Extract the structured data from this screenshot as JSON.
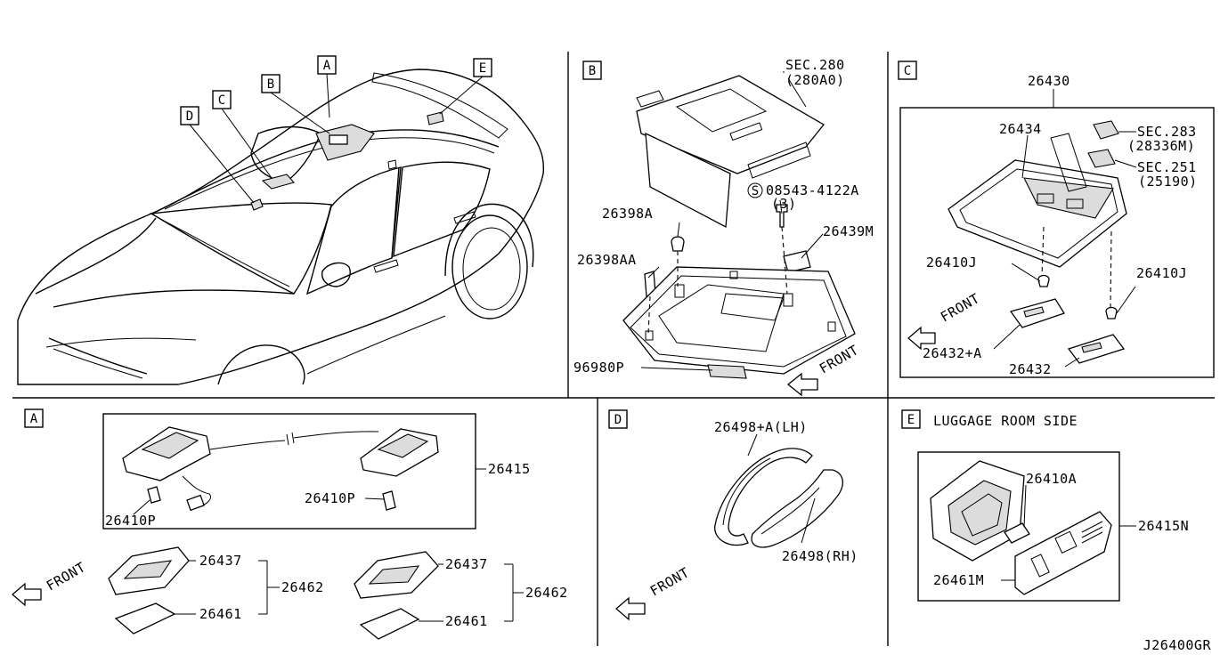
{
  "sections": {
    "overview": {
      "callouts": [
        "A",
        "B",
        "C",
        "D",
        "E"
      ]
    },
    "B": {
      "tag": "B",
      "sec280_line1": "SEC.280",
      "sec280_line2": "(280A0)",
      "bolt_code": "08543-4122A",
      "bolt_qty": "(3)",
      "bolt_symbol": "S",
      "p26398A": "26398A",
      "p26398AA": "26398AA",
      "p26439M": "26439M",
      "p96980P": "96980P",
      "front": "FRONT"
    },
    "C": {
      "tag": "C",
      "p26430": "26430",
      "p26434": "26434",
      "sec283_line1": "SEC.283",
      "sec283_line2": "(28336M)",
      "sec251_line1": "SEC.251",
      "sec251_line2": "(25190)",
      "p26410J_left": "26410J",
      "p26410J_right": "26410J",
      "front": "FRONT",
      "p26432A": "26432+A",
      "p26432": "26432"
    },
    "A": {
      "tag": "A",
      "p26415": "26415",
      "p26410P_left": "26410P",
      "p26410P_right": "26410P",
      "front": "FRONT",
      "left_26437": "26437",
      "left_26462": "26462",
      "left_26461": "26461",
      "right_26437": "26437",
      "right_26462": "26462",
      "right_26461": "26461"
    },
    "D": {
      "tag": "D",
      "p26498A": "26498+A(LH)",
      "p26498": "26498(RH)",
      "front": "FRONT"
    },
    "E": {
      "tag": "E",
      "title": "LUGGAGE ROOM SIDE",
      "p26410A": "26410A",
      "p26415N": "26415N",
      "p26461M": "26461M"
    }
  },
  "drawing_code": "J26400GR"
}
